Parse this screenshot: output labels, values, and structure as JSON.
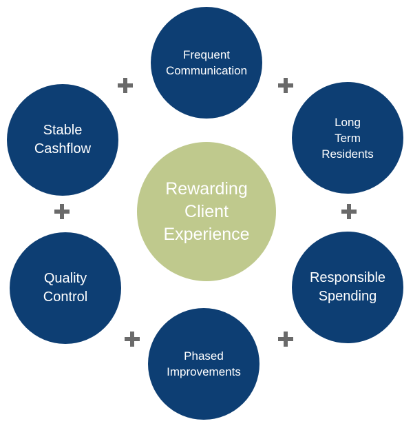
{
  "diagram": {
    "center": {
      "label": "Rewarding\nClient\nExperience",
      "color": "#bfc98d"
    },
    "nodes": [
      {
        "id": "frequent-communication",
        "label": "Frequent\nCommunication"
      },
      {
        "id": "long-term-residents",
        "label": "Long\nTerm\nResidents"
      },
      {
        "id": "responsible-spending",
        "label": "Responsible\nSpending"
      },
      {
        "id": "phased-improvements",
        "label": "Phased\nImprovements"
      },
      {
        "id": "quality-control",
        "label": "Quality\nControl"
      },
      {
        "id": "stable-cashflow",
        "label": "Stable\nCashflow"
      }
    ],
    "node_color": "#0d3e73",
    "connector_icon": "plus-icon",
    "connector_color": "#6a6a6a"
  }
}
